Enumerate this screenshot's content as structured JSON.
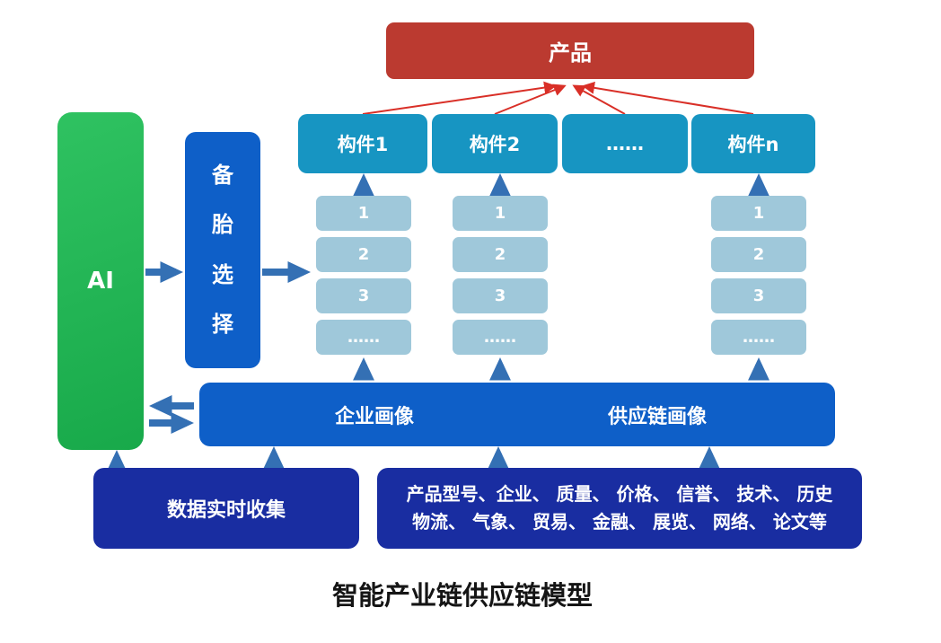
{
  "title": "智能产业链供应链模型",
  "product": {
    "label": "产品"
  },
  "components": [
    {
      "label": "构件1"
    },
    {
      "label": "构件2"
    },
    {
      "label": "……"
    },
    {
      "label": "构件n"
    }
  ],
  "ai": {
    "label": "AI"
  },
  "backup_selection": {
    "label": "备胎选择"
  },
  "columns": [
    {
      "items": [
        "1",
        "2",
        "3",
        "……"
      ]
    },
    {
      "items": [
        "1",
        "2",
        "3",
        "……"
      ]
    },
    {
      "items": [
        "1",
        "2",
        "3",
        "……"
      ]
    }
  ],
  "portrait_bar": {
    "enterprise_label": "企业画像",
    "supply_chain_label": "供应链画像"
  },
  "data_collection": {
    "label": "数据实时收集"
  },
  "data_sources": {
    "line1": "产品型号、企业、 质量、 价格、 信誉、 技术、 历史",
    "line2": "物流、 气象、 贸易、 金融、 展览、 网络、 论文等"
  },
  "colors": {
    "product_red": "#bb3a30",
    "component_cyan": "#1795c2",
    "ai_green": "#1fae50",
    "bright_blue": "#0e5fc8",
    "light_blue_cell": "#9fc8da",
    "dark_navy": "#192da1",
    "arrow_blue": "#3470b4",
    "line_red": "#d92f27",
    "title_black": "#151515"
  }
}
